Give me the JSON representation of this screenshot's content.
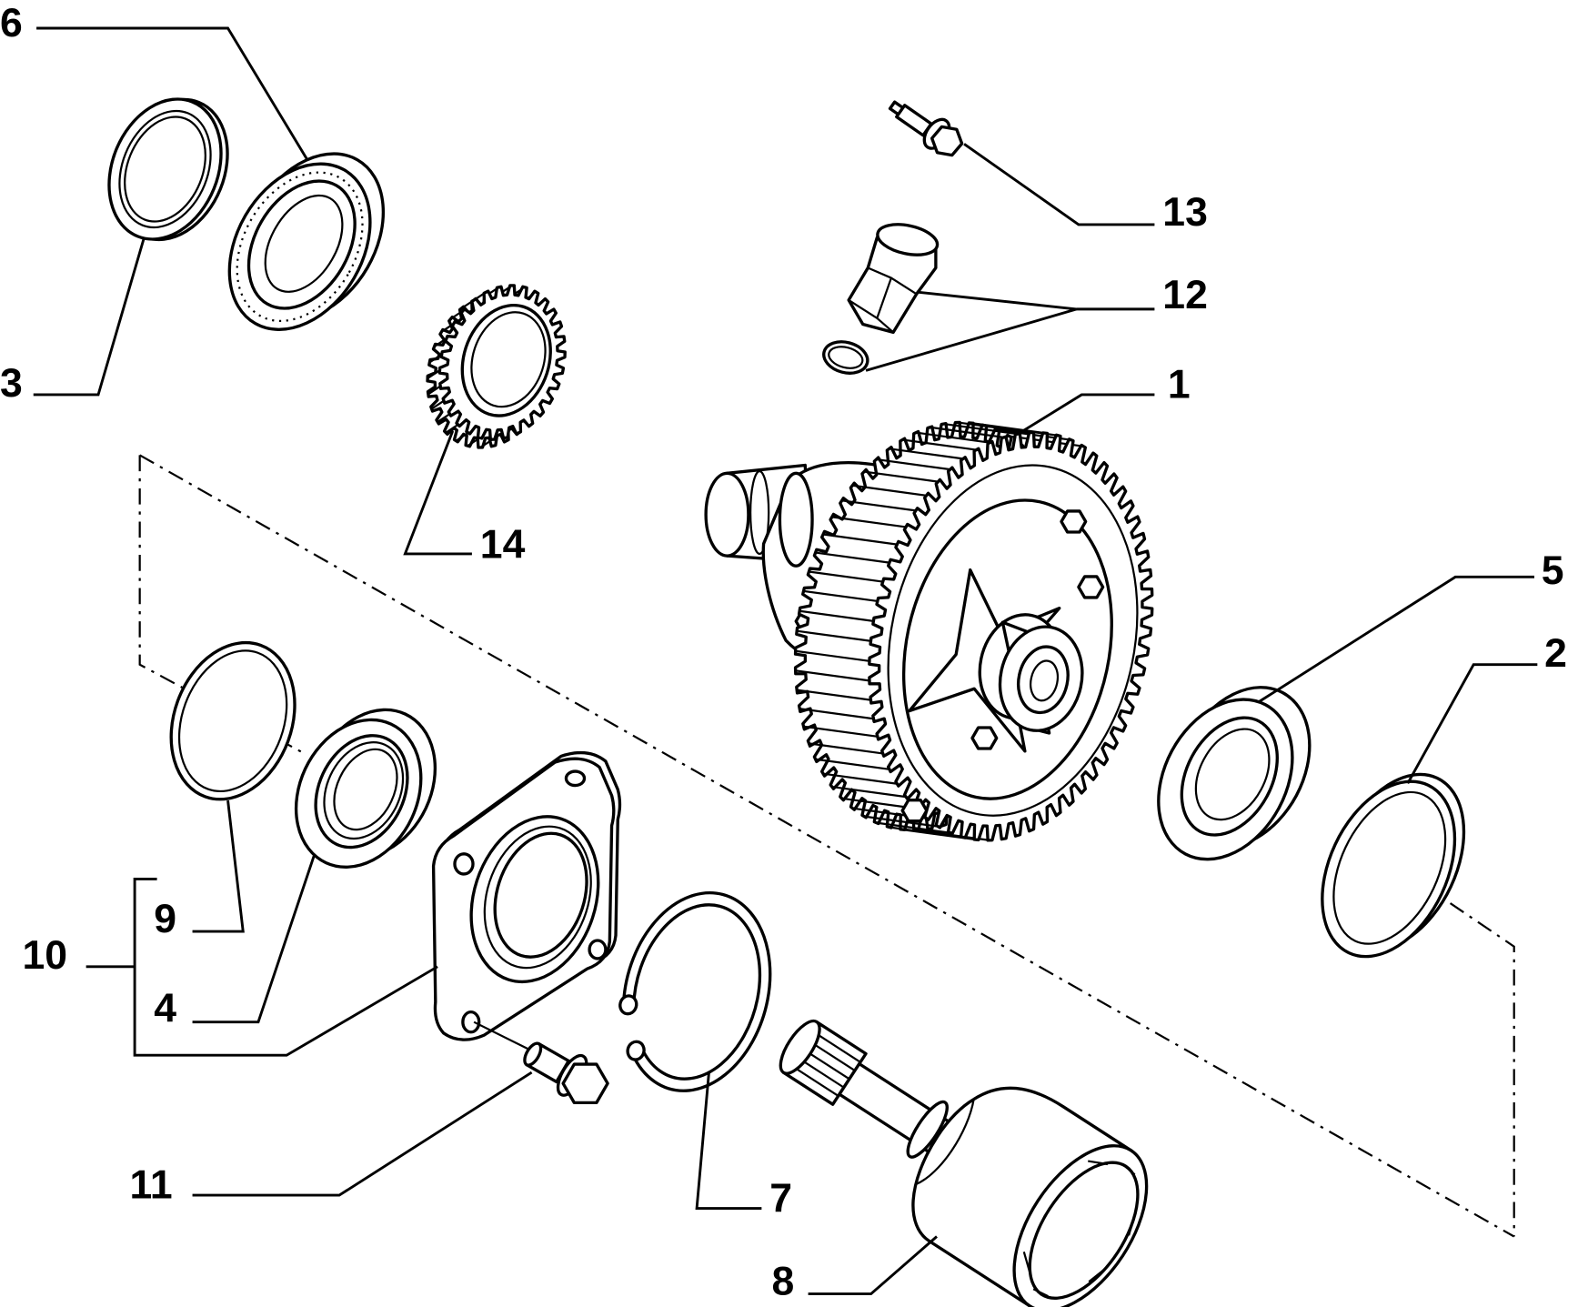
{
  "colors": {
    "line": "#000000",
    "background": "#ffffff"
  },
  "callouts": {
    "part_1": "1",
    "part_2": "2",
    "part_3": "3",
    "part_4": "4",
    "part_5": "5",
    "part_6": "6",
    "part_7": "7",
    "part_8": "8",
    "part_9": "9",
    "part_10": "10",
    "part_11": "11",
    "part_12": "12",
    "part_13": "13",
    "part_14": "14"
  }
}
